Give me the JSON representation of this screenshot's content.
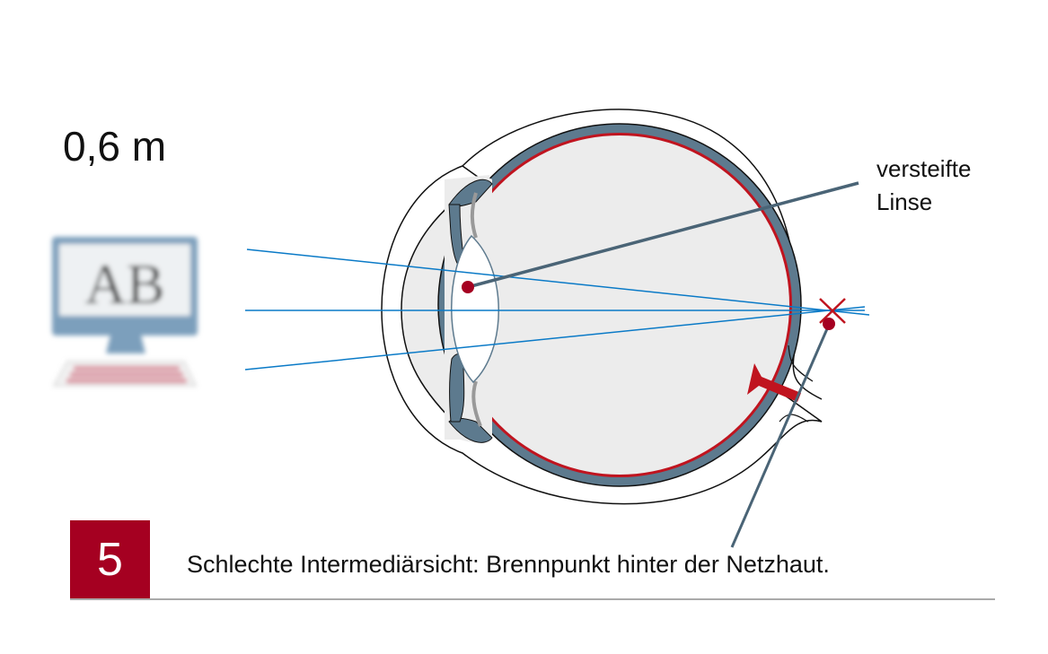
{
  "distance": "0,6 m",
  "monitor": {
    "screen_text": "AB"
  },
  "label": {
    "line1": "versteifte",
    "line2": "Linse"
  },
  "step": {
    "number": "5",
    "caption": "Schlechte Intermediärsicht: Brennpunkt hinter der Netzhaut."
  },
  "colors": {
    "accent": "#a50021",
    "sclera": "#5d7a8e",
    "ray": "#0a7ac7",
    "retina": "#c0141f",
    "vitreous": "#ececec"
  }
}
